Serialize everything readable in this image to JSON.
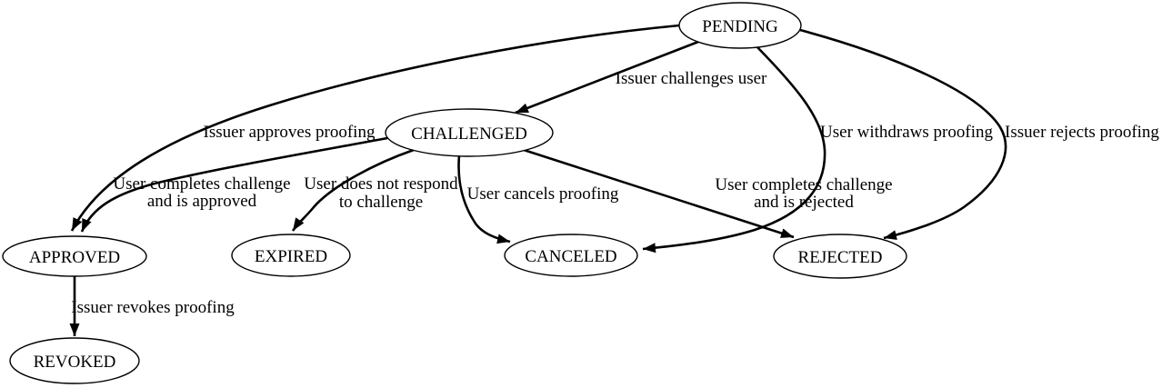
{
  "diagram": {
    "type": "state-transition-diagram",
    "subject": "proofing states",
    "colors": {
      "background": "#ffffff",
      "node_fill": "#ffffff",
      "node_stroke": "#000000",
      "edge_stroke": "#000000",
      "text": "#000000"
    },
    "nodes": [
      {
        "id": "pending",
        "label": "PENDING"
      },
      {
        "id": "challenged",
        "label": "CHALLENGED"
      },
      {
        "id": "approved",
        "label": "APPROVED"
      },
      {
        "id": "expired",
        "label": "EXPIRED"
      },
      {
        "id": "canceled",
        "label": "CANCELED"
      },
      {
        "id": "rejected",
        "label": "REJECTED"
      },
      {
        "id": "revoked",
        "label": "REVOKED"
      }
    ],
    "edges": [
      {
        "from": "PENDING",
        "to": "CHALLENGED",
        "label": "Issuer challenges user",
        "lines": [
          "Issuer challenges user"
        ]
      },
      {
        "from": "PENDING",
        "to": "APPROVED",
        "label": "Issuer approves proofing",
        "lines": [
          "Issuer approves proofing"
        ]
      },
      {
        "from": "PENDING",
        "to": "CANCELED",
        "label": "User withdraws proofing",
        "lines": [
          "User withdraws proofing"
        ]
      },
      {
        "from": "PENDING",
        "to": "REJECTED",
        "label": "Issuer rejects proofing",
        "lines": [
          "Issuer rejects proofing"
        ]
      },
      {
        "from": "CHALLENGED",
        "to": "APPROVED",
        "label": "User completes challenge and is approved",
        "lines": [
          "User completes challenge",
          "and is approved"
        ]
      },
      {
        "from": "CHALLENGED",
        "to": "EXPIRED",
        "label": "User does not respond to challenge",
        "lines": [
          "User does not respond",
          "to challenge"
        ]
      },
      {
        "from": "CHALLENGED",
        "to": "CANCELED",
        "label": "User cancels proofing",
        "lines": [
          "User cancels proofing"
        ]
      },
      {
        "from": "CHALLENGED",
        "to": "REJECTED",
        "label": "User completes challenge and is rejected",
        "lines": [
          "User completes challenge",
          "and is rejected"
        ]
      },
      {
        "from": "APPROVED",
        "to": "REVOKED",
        "label": "Issuer revokes proofing",
        "lines": [
          "Issuer revokes proofing"
        ]
      }
    ]
  }
}
